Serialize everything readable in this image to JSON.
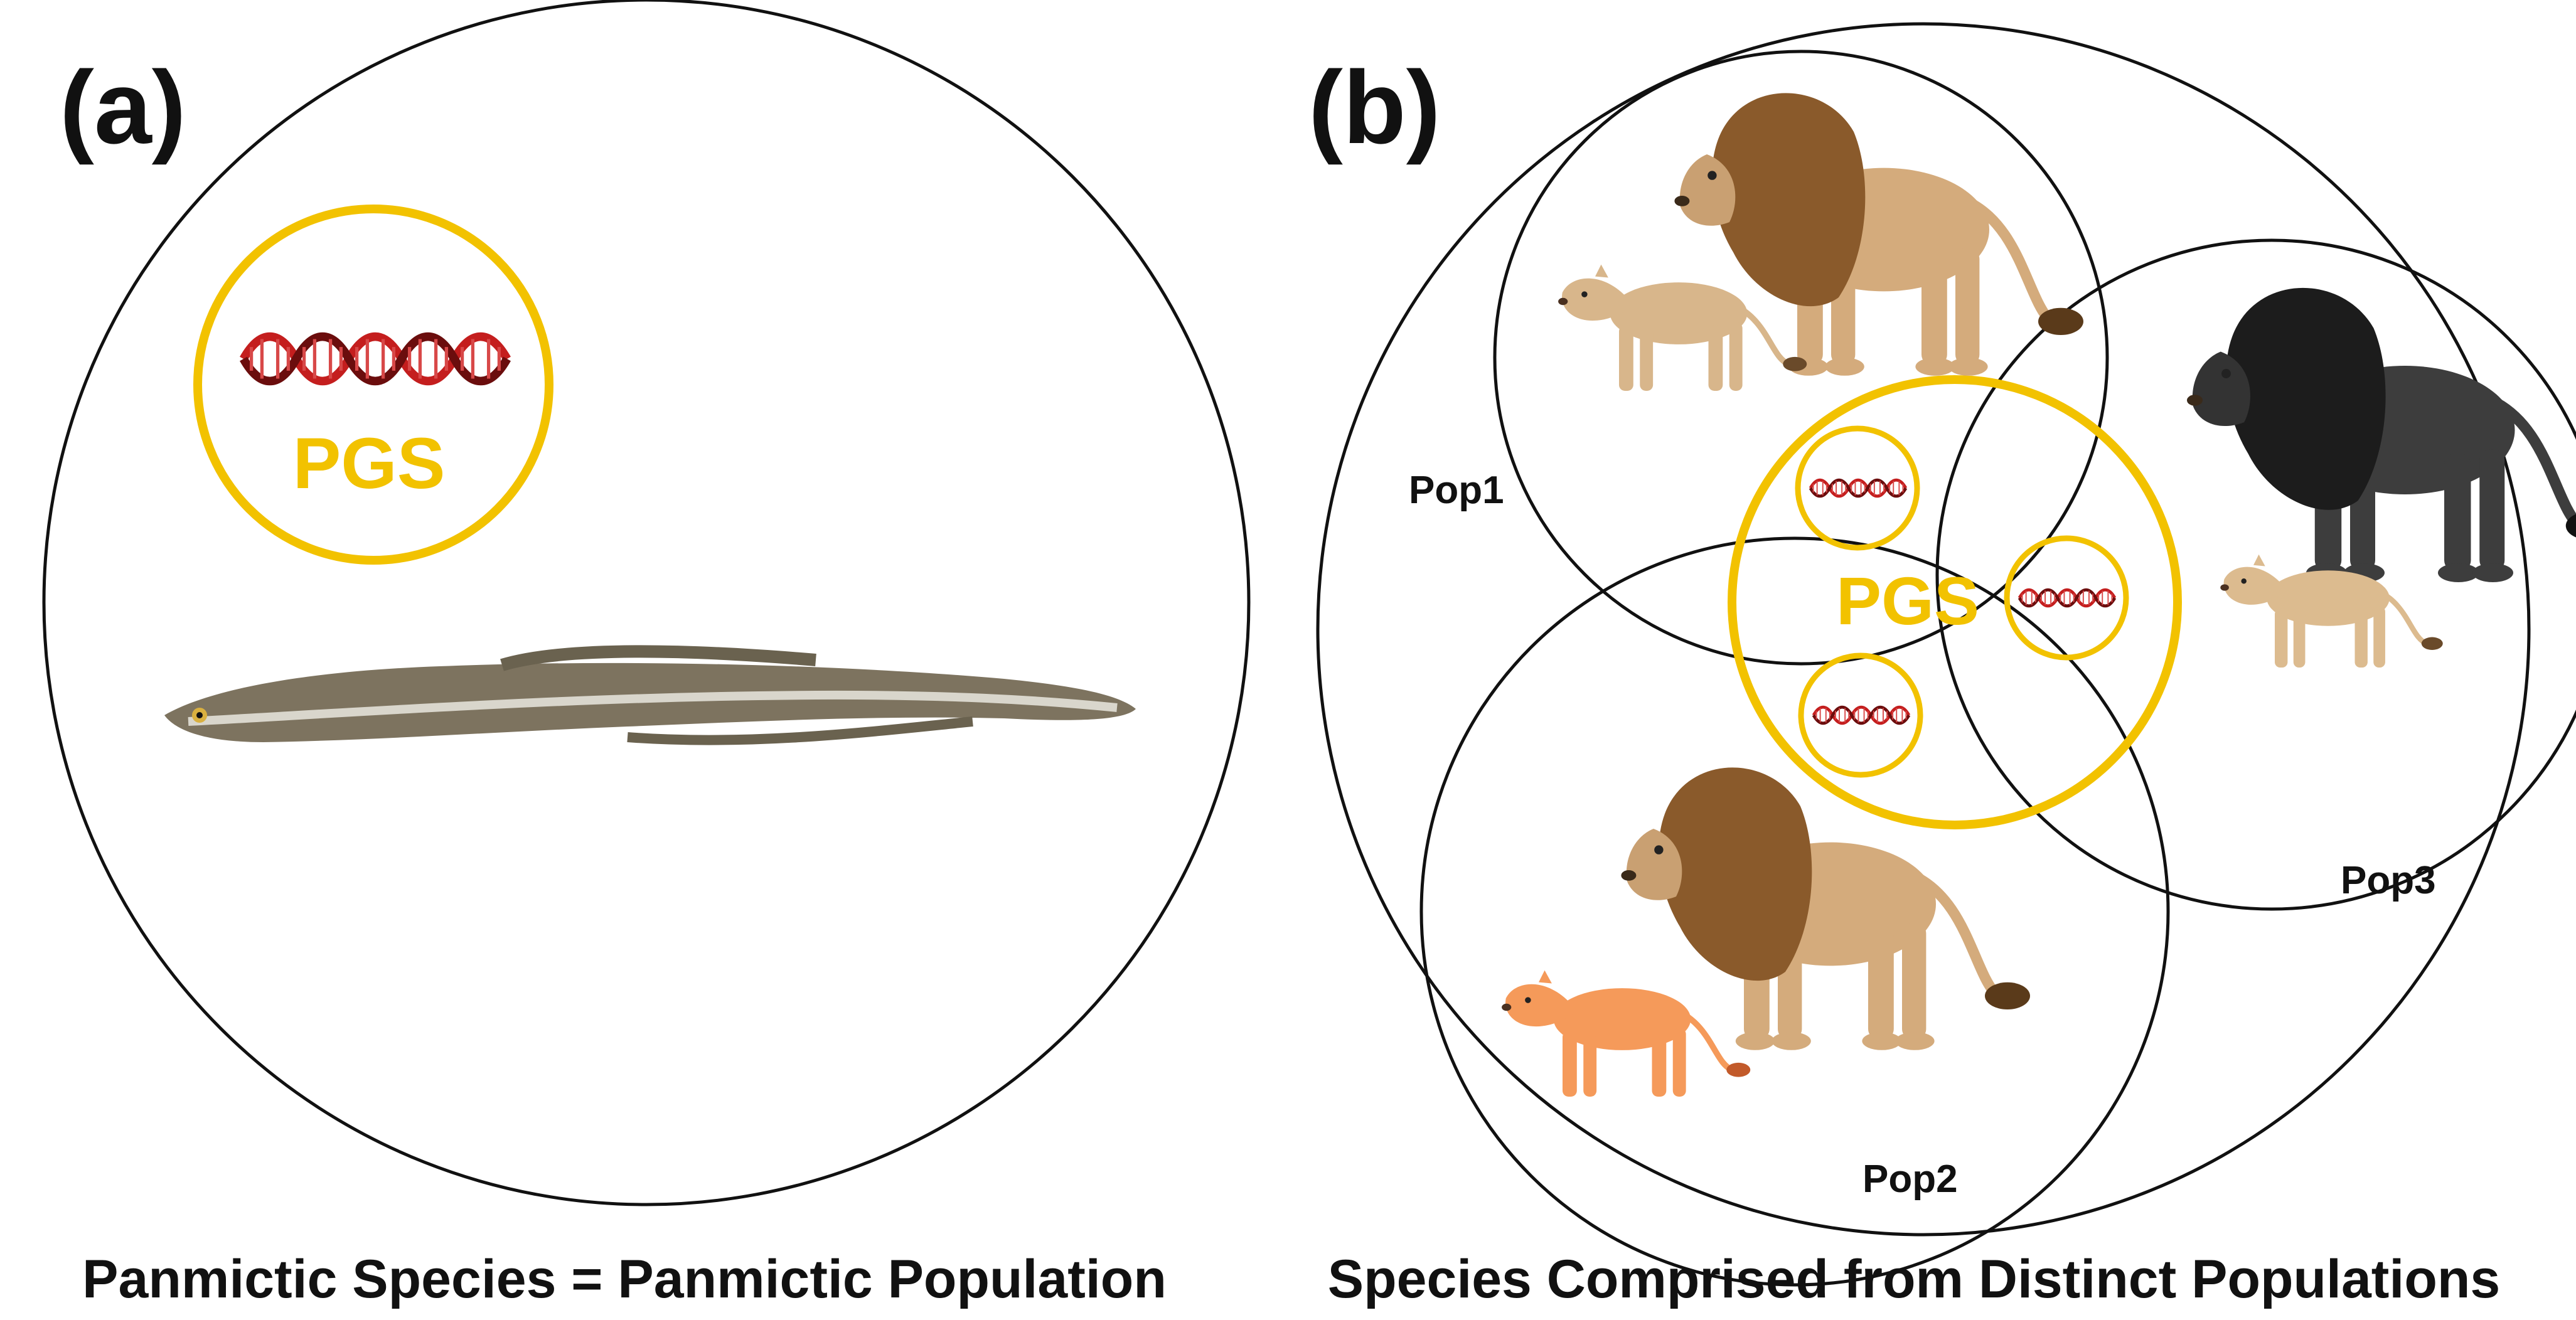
{
  "panel_a": {
    "letter": "(a)",
    "pgs_label": "PGS",
    "caption": "Panmictic Species = Panmictic Population",
    "icons": {
      "dna": "dna-helix-icon",
      "animal": "eel-icon"
    }
  },
  "panel_b": {
    "letter": "(b)",
    "pgs_label": "PGS",
    "caption": "Species Comprised from Distinct Populations",
    "populations": [
      {
        "label": "Pop1"
      },
      {
        "label": "Pop2"
      },
      {
        "label": "Pop3"
      }
    ],
    "icons": {
      "dna": "dna-helix-icon",
      "animal": "lion-icon"
    }
  },
  "colors": {
    "pgs_gold": "#f2c200",
    "dna_red": "#c41e1e",
    "dna_dark": "#6b0d0d",
    "lion_tan": "#c9a072",
    "lion_mane": "#8a5a2b",
    "lion_black": "#3a3a3a",
    "lioness_orange": "#f59a5a",
    "eel_body": "#7d735f"
  }
}
